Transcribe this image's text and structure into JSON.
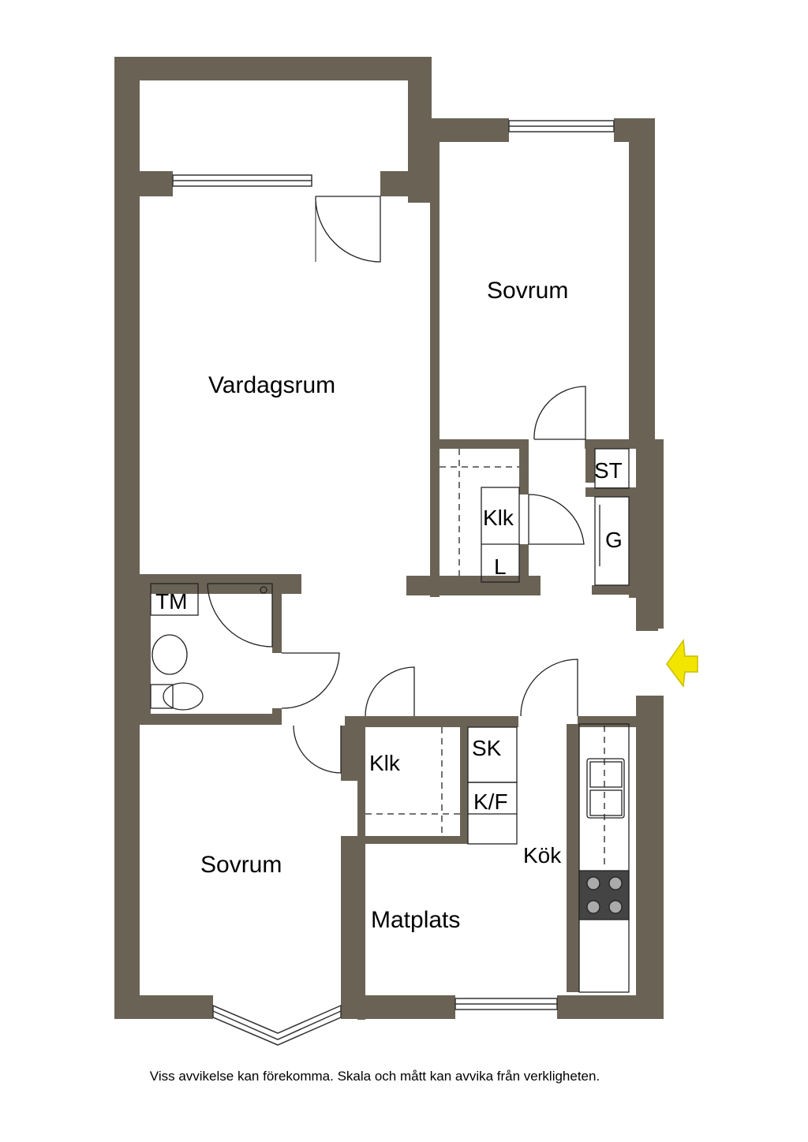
{
  "rooms": {
    "sovrum_top": "Sovrum",
    "vardagsrum": "Vardagsrum",
    "st": "ST",
    "klk_top": "Klk",
    "g": "G",
    "l": "L",
    "tm": "TM",
    "klk_bottom": "Klk",
    "sk": "SK",
    "kf": "K/F",
    "kok": "Kök",
    "sovrum_bottom": "Sovrum",
    "matplats": "Matplats"
  },
  "disclaimer": "Viss avvikelse kan förekomma. Skala och mått kan avvika från verkligheten.",
  "colors": {
    "wall": "#6a6355",
    "entrance_arrow": "#f2e500"
  },
  "icons": {
    "entrance": "entrance-arrow-icon"
  }
}
